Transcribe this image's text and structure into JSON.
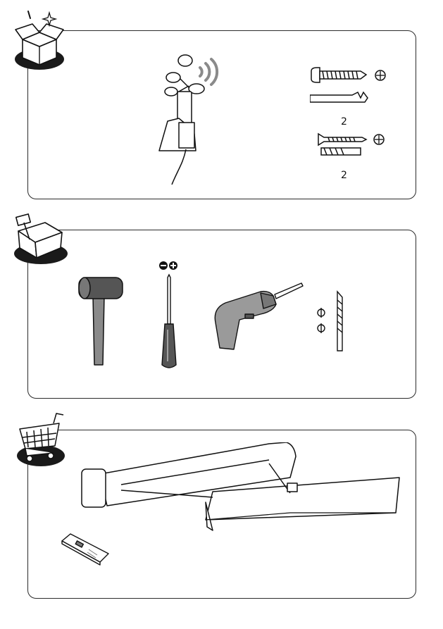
{
  "sections": [
    {
      "id": "package-contents",
      "badge_icon": "open-box-icon",
      "items": [
        {
          "icon": "wind-sensor-icon"
        },
        {
          "icon": "round-head-screw-icon",
          "head": "phillips-head-icon"
        },
        {
          "icon": "wall-plug-icon"
        },
        {
          "quantity": "2"
        },
        {
          "icon": "countersunk-screw-icon",
          "head": "phillips-head-icon"
        },
        {
          "icon": "wall-plug-small-icon"
        },
        {
          "quantity": "2"
        }
      ]
    },
    {
      "id": "required-tools",
      "badge_icon": "toolbox-icon",
      "items": [
        {
          "icon": "mallet-icon"
        },
        {
          "icon": "screwdriver-icon",
          "tip_icons": [
            "slotted-head-icon",
            "phillips-head-icon"
          ]
        },
        {
          "icon": "power-drill-icon"
        },
        {
          "icon": "drill-bit-icon",
          "diameter_icons": [
            "diameter-icon",
            "diameter-icon"
          ]
        }
      ]
    },
    {
      "id": "purchased-separately",
      "badge_icon": "shopping-cart-icon",
      "items": [
        {
          "icon": "awning-icon"
        },
        {
          "icon": "remote-control-icon"
        }
      ]
    }
  ],
  "colors": {
    "stroke": "#2b2b2b",
    "badge_fill": "#1a1a1a",
    "accent_gray": "#7a7a7a"
  }
}
